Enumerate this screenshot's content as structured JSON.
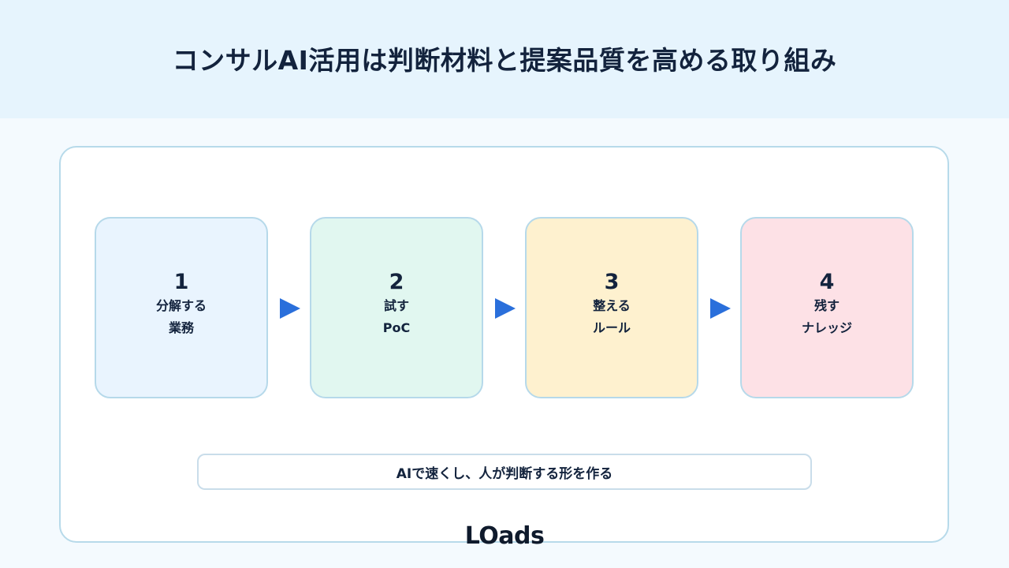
{
  "title": "コンサルAI活用は判断材料と提案品質を高める取り組み",
  "steps": [
    {
      "number": "1",
      "line1": "分解する",
      "line2": "業務",
      "color": "#e9f4fe"
    },
    {
      "number": "2",
      "line1": "試す",
      "line2": "PoC",
      "color": "#e1f7f0"
    },
    {
      "number": "3",
      "line1": "整える",
      "line2": "ルール",
      "color": "#fef1cf"
    },
    {
      "number": "4",
      "line1": "残す",
      "line2": "ナレッジ",
      "color": "#fde1e6"
    }
  ],
  "arrow": {
    "icon": "play-triangle-icon",
    "color": "#2a6fdb"
  },
  "summary": "AIで速くし、人が判断する形を作る",
  "logo": "LOads"
}
